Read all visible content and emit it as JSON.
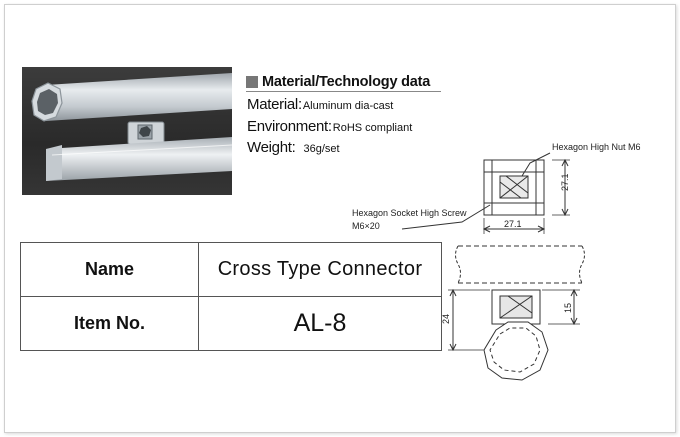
{
  "spec": {
    "heading": "Material/Technology data",
    "material_label": "Material:",
    "material_value": "Aluminum dia-cast",
    "environment_label": "Environment:",
    "environment_value": "RoHS compliant",
    "weight_label": "Weight:",
    "weight_value": "36g/set"
  },
  "info_table": {
    "name_label": "Name",
    "name_value": "Cross Type Connector",
    "item_label": "Item No.",
    "item_value": "AL-8"
  },
  "drawing": {
    "nut_label": "Hexagon High Nut M6",
    "screw_label": "Hexagon Socket High Screw",
    "screw_size": "M6×20",
    "height_dim": "27.1",
    "width_dim": "27.1",
    "total_dim": "24",
    "side_dim": "15"
  },
  "colors": {
    "heading_square": "#777777",
    "photo_background": "#2f2f2f",
    "table_border": "#555555"
  }
}
